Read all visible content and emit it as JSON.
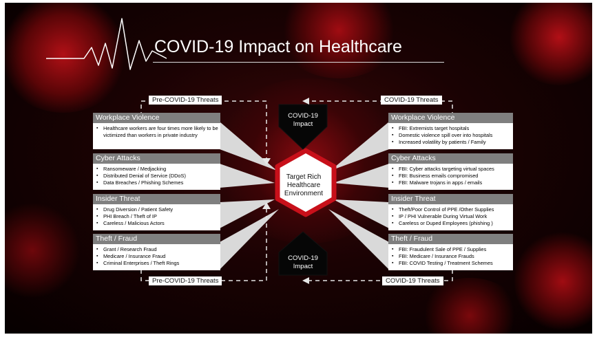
{
  "title": "COVID-19 Impact on Healthcare",
  "center": "Target Rich Healthcare Environment",
  "impact_top": "COVID-19 Impact",
  "impact_bottom": "COVID-19 Impact",
  "labels": {
    "pre_top": "Pre-COVID-19 Threats",
    "covid_top": "COVID-19 Threats",
    "pre_bottom": "Pre-COVID-19 Threats",
    "covid_bottom": "COVID-19 Threats"
  },
  "colors": {
    "header_gray": "#7f7f7f",
    "accent_red": "#c8101a",
    "background": "#1a0203"
  },
  "left": [
    {
      "title": "Workplace Violence",
      "items": [
        "Healthcare workers are four times more likely to be victimized than workers in private industry"
      ]
    },
    {
      "title": "Cyber Attacks",
      "items": [
        "Ransomeware  / Medjacking",
        "Distributed Denial of Service  (DDoS)",
        "Data Breaches  / Phishing Schemes"
      ]
    },
    {
      "title": "Insider Threat",
      "items": [
        "Drug Diversion  / Patient Safety",
        "PHI Breach  / Theft of IP",
        "Careless / Malicious Actors"
      ]
    },
    {
      "title": "Theft / Fraud",
      "items": [
        "Grant / Research Fraud",
        "Medicare  / Insurance Fraud",
        "Criminal Enterprises  / Theft Rings"
      ]
    }
  ],
  "right": [
    {
      "title": "Workplace Violence",
      "items": [
        "FBI: Extremists target hospitals",
        "Domestic violence spill over into hospitals",
        "Increased volatility by patients   / Family"
      ]
    },
    {
      "title": "Cyber Attacks",
      "items": [
        "FBI: Cyber attacks targeting virtual spaces",
        "FBI: Business emails compromised",
        "FBI: Malware trojans in apps  / emails"
      ]
    },
    {
      "title": "Insider Threat",
      "items": [
        "Theft/Poor Control of PPE /Other Supplies",
        "IP  / PHI Vulnerable During Virtual Work",
        "Careless or Duped Employees  (phishing )"
      ]
    },
    {
      "title": "Theft / Fraud",
      "items": [
        "FBI: Fraudulent Sale of PPE  / Supplies",
        "FBI: Medicare  / Insurance Frauds",
        "FBI: COVID Testing  / Treatment Schemes"
      ]
    }
  ]
}
